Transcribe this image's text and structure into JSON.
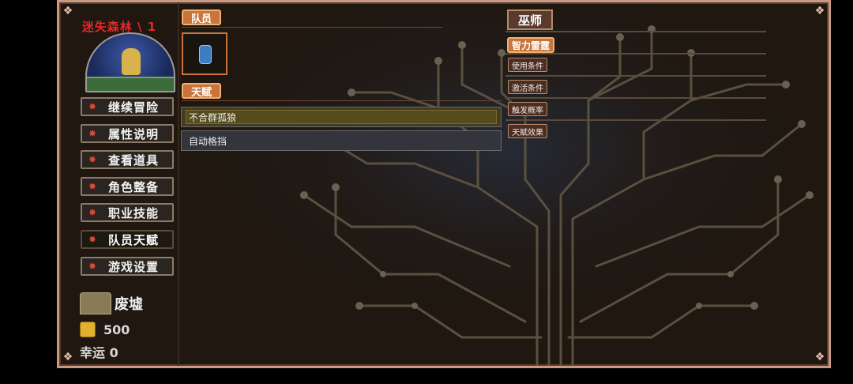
{
  "zone": {
    "title": "迷失森林 \\ 1"
  },
  "menu": [
    {
      "label": "继续冒险",
      "active": false
    },
    {
      "label": "属性说明",
      "active": false
    },
    {
      "label": "查看道具",
      "active": false
    },
    {
      "label": "角色整备",
      "active": false
    },
    {
      "label": "职业技能",
      "active": false
    },
    {
      "label": "队员天赋",
      "active": true
    },
    {
      "label": "游戏设置",
      "active": false
    }
  ],
  "status": {
    "location": "废墟",
    "gold": "500",
    "luck": "幸运 0"
  },
  "members": {
    "tab_label": "队员"
  },
  "talents": {
    "tab_label": "天赋",
    "items": [
      "不合群孤狼",
      "自动格挡"
    ]
  },
  "detail": {
    "class_name": "巫师",
    "skill_name": "智力雷霆",
    "fields": [
      "使用条件",
      "激活条件",
      "触发概率",
      "天赋效果"
    ]
  }
}
